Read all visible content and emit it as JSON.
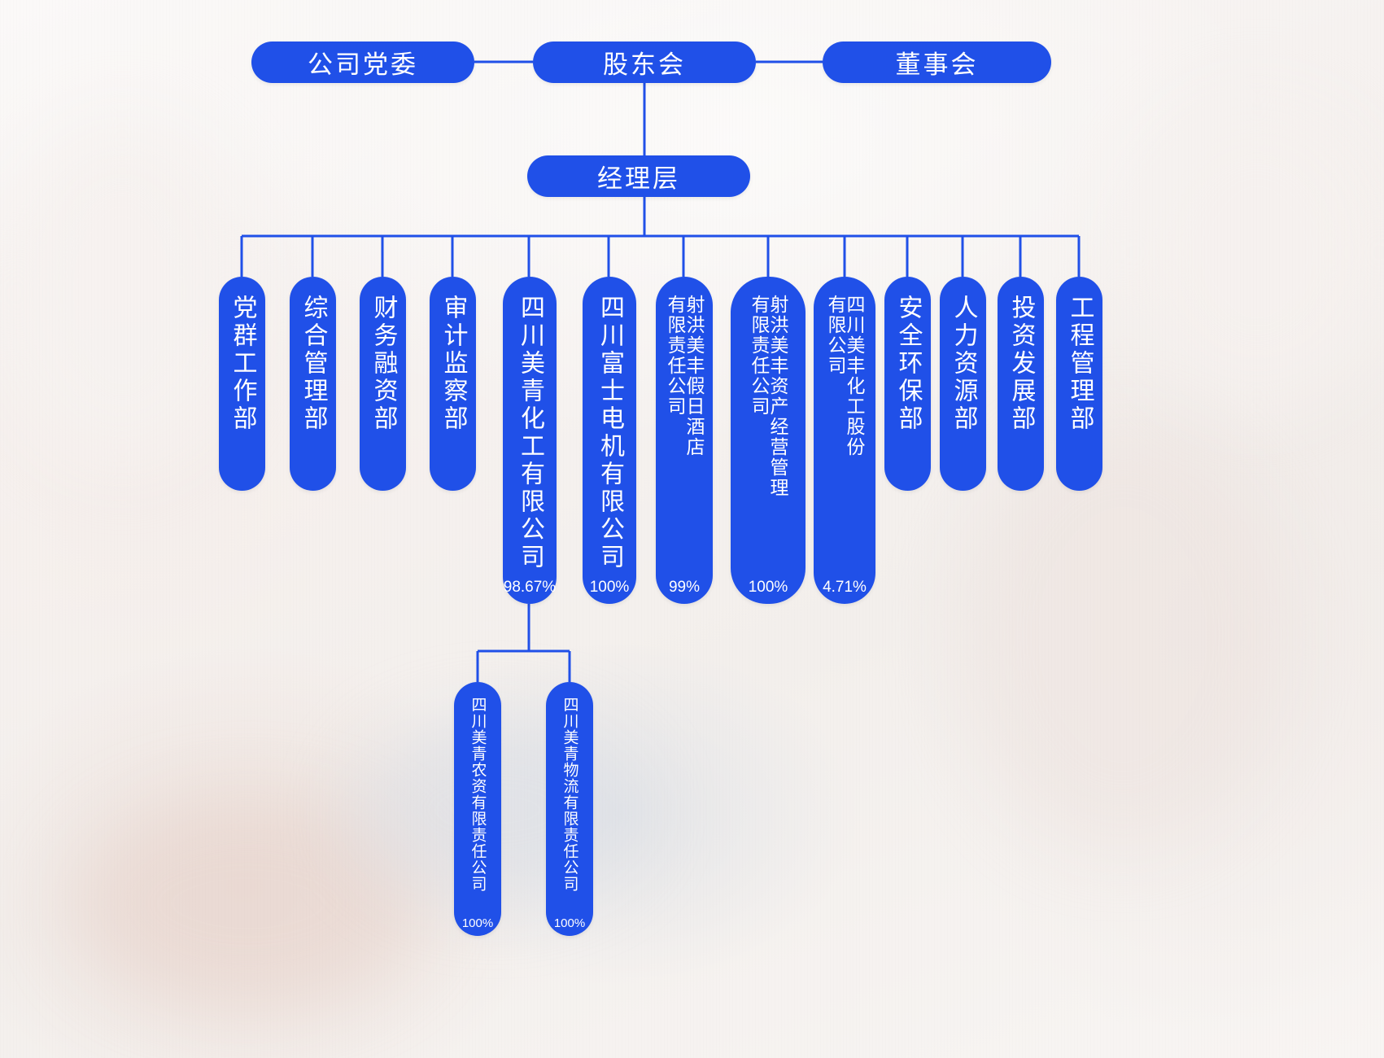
{
  "theme": {
    "node_fill": "#2050e8",
    "node_text": "#ffffff",
    "connector": "#2050e8",
    "background": "#f7f4f3"
  },
  "top_row": [
    {
      "label": "公司党委"
    },
    {
      "label": "股东会"
    },
    {
      "label": "董事会"
    }
  ],
  "management": {
    "label": "经理层"
  },
  "branches": [
    {
      "label": "党群工作部",
      "pct": "",
      "cols": 1
    },
    {
      "label": "综合管理部",
      "pct": "",
      "cols": 1
    },
    {
      "label": "财务融资部",
      "pct": "",
      "cols": 1
    },
    {
      "label": "审计监察部",
      "pct": "",
      "cols": 1
    },
    {
      "label": "四川美青化工有限公司",
      "pct": "98.67%",
      "cols": 1
    },
    {
      "label": "四川富士电机有限公司",
      "pct": "100%",
      "cols": 1
    },
    {
      "label": "射洪美丰假日酒店\n有限责任公司",
      "pct": "99%",
      "cols": 2
    },
    {
      "label": "射洪美丰资产经营管理\n有限责任公司",
      "pct": "100%",
      "cols": 2
    },
    {
      "label": "四川美丰化工股份\n有限公司",
      "pct": "4.71%",
      "cols": 2
    },
    {
      "label": "安全环保部",
      "pct": "",
      "cols": 1
    },
    {
      "label": "人力资源部",
      "pct": "",
      "cols": 1
    },
    {
      "label": "投资发展部",
      "pct": "",
      "cols": 1
    },
    {
      "label": "工程管理部",
      "pct": "",
      "cols": 1
    }
  ],
  "subsidiaries": [
    {
      "label": "四川美青农资有限责任公司",
      "pct": "100%"
    },
    {
      "label": "四川美青物流有限责任公司",
      "pct": "100%"
    }
  ]
}
